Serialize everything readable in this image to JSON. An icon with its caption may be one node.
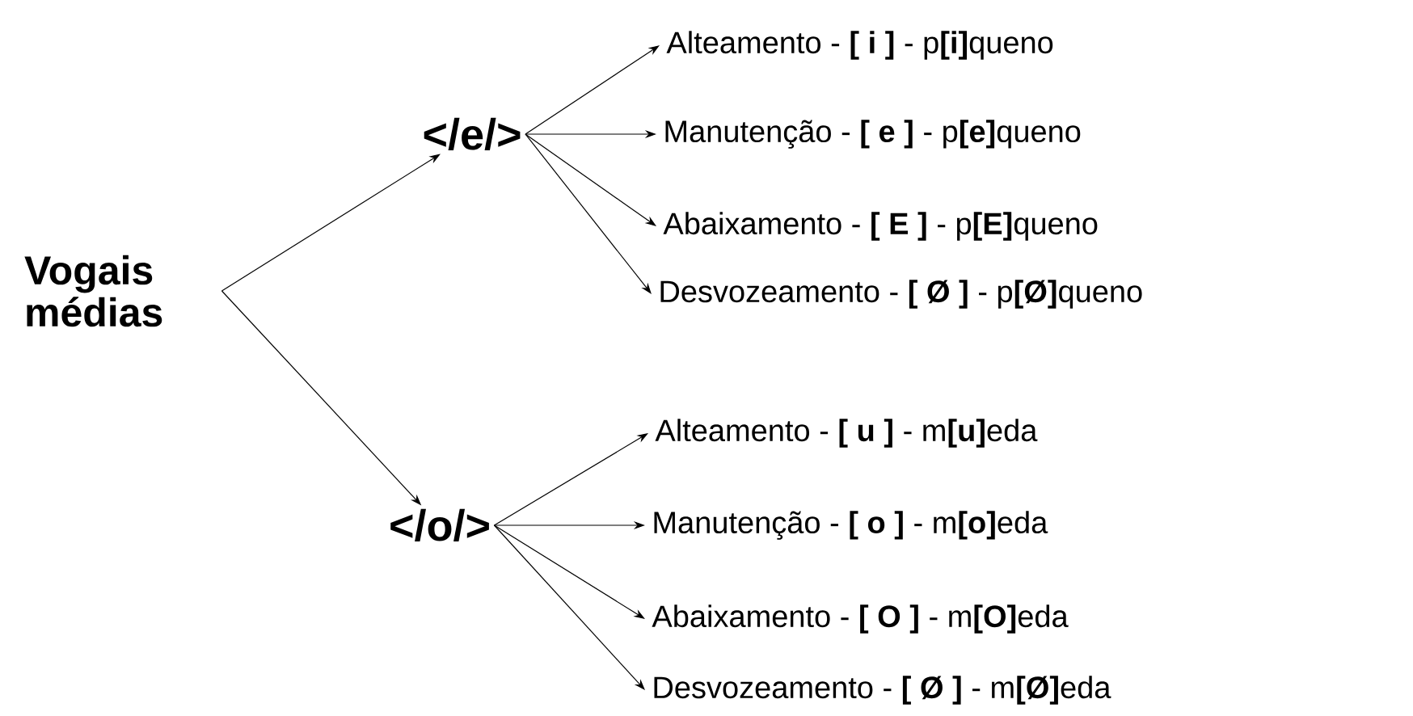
{
  "diagram": {
    "nodes": [
      {
        "text": [
          "Vogais médias"
        ]
      },
      {
        "text": [
          "</e/>"
        ]
      },
      {
        "text": [
          "</o/>"
        ]
      },
      {
        "text": [
          "Alteamento - **[ i ]** - p**[i]**queno"
        ]
      },
      {
        "text": [
          "Manutenção - **[ e ]** - p**[e]**queno"
        ]
      },
      {
        "text": [
          "Abaixamento - **[ E ]** - p**[E]**queno"
        ]
      },
      {
        "text": [
          "Desvozeamento - **[ Ø ]** - p**[Ø]**queno"
        ]
      },
      {
        "text": [
          "Alteamento - **[ u ]** - m**[u]**eda"
        ]
      },
      {
        "text": [
          "Manutenção - **[ o ]** - m**[o]**eda"
        ]
      },
      {
        "text": [
          "Abaixamento - **[ O ]** - m**[O]**eda"
        ]
      },
      {
        "text": [
          "Desvozeamento - **[ Ø ]** - m**[Ø]**eda"
        ]
      }
    ],
    "edges": [
      {
        "from": 0,
        "to": 1,
        "arrow": "to"
      },
      {
        "from": 0,
        "to": 2,
        "arrow": "to"
      },
      {
        "from": 1,
        "to": 3,
        "arrow": "to"
      },
      {
        "from": 1,
        "to": 4,
        "arrow": "to"
      },
      {
        "from": 1,
        "to": 5,
        "arrow": "to"
      },
      {
        "from": 1,
        "to": 6,
        "arrow": "to"
      },
      {
        "from": 2,
        "to": 7,
        "arrow": "to"
      },
      {
        "from": 2,
        "to": 8,
        "arrow": "to"
      },
      {
        "from": 2,
        "to": 9,
        "arrow": "to"
      },
      {
        "from": 2,
        "to": 10,
        "arrow": "to"
      }
    ]
  }
}
